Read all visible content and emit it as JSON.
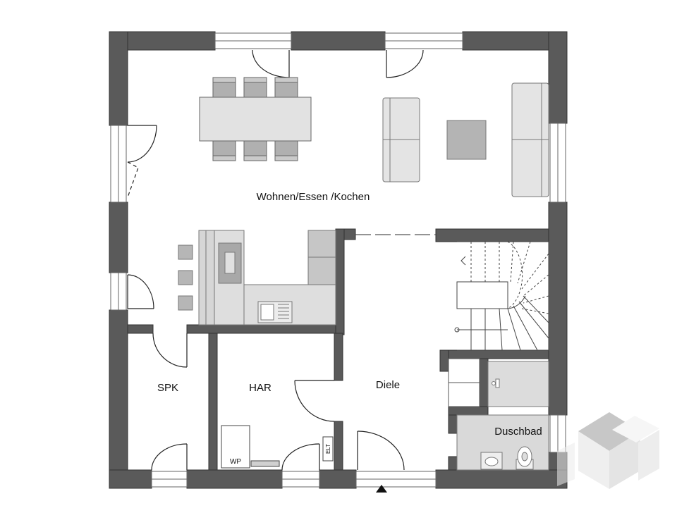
{
  "rooms": {
    "living": "Wohnen/Essen /Kochen",
    "pantry": "SPK",
    "utility": "HAR",
    "hall": "Diele",
    "shower": "Duschbad"
  },
  "fixtures": {
    "heat_pump": "WP",
    "electric_panel": "ELT"
  },
  "icons": {
    "entrance_marker": "triangle-up-icon",
    "watermark": "cube-logo-icon"
  },
  "colors": {
    "wall": "#5a5a5a",
    "furniture": "#cfcfcf",
    "floor_shaded": "#d9d9d9"
  }
}
